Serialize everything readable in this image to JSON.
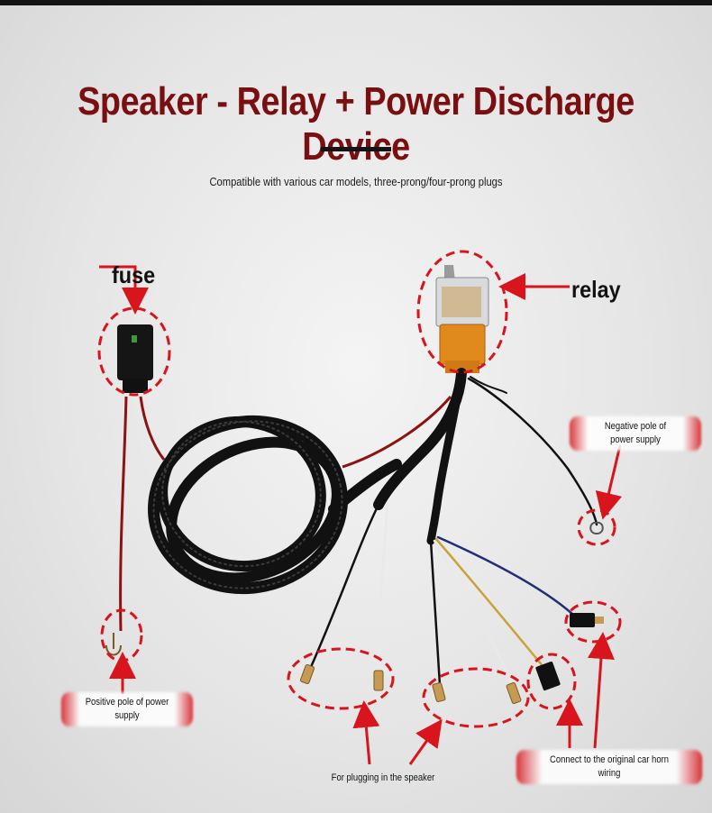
{
  "header": {
    "title": "Speaker - Relay + Power Discharge Device",
    "subtitle": "Compatible with various car models, three-prong/four-prong plugs"
  },
  "labels": {
    "fuse": "fuse",
    "relay": "relay",
    "negative": "Negative pole of power supply",
    "positive": "Positive pole of power supply",
    "speaker": "For plugging in the speaker",
    "horn": "Connect to the original car horn wiring"
  },
  "colors": {
    "title": "#7a0f12",
    "annotation_red": "#d8141c",
    "cable_black": "#141414",
    "relay_orange": "#e08a1e"
  }
}
